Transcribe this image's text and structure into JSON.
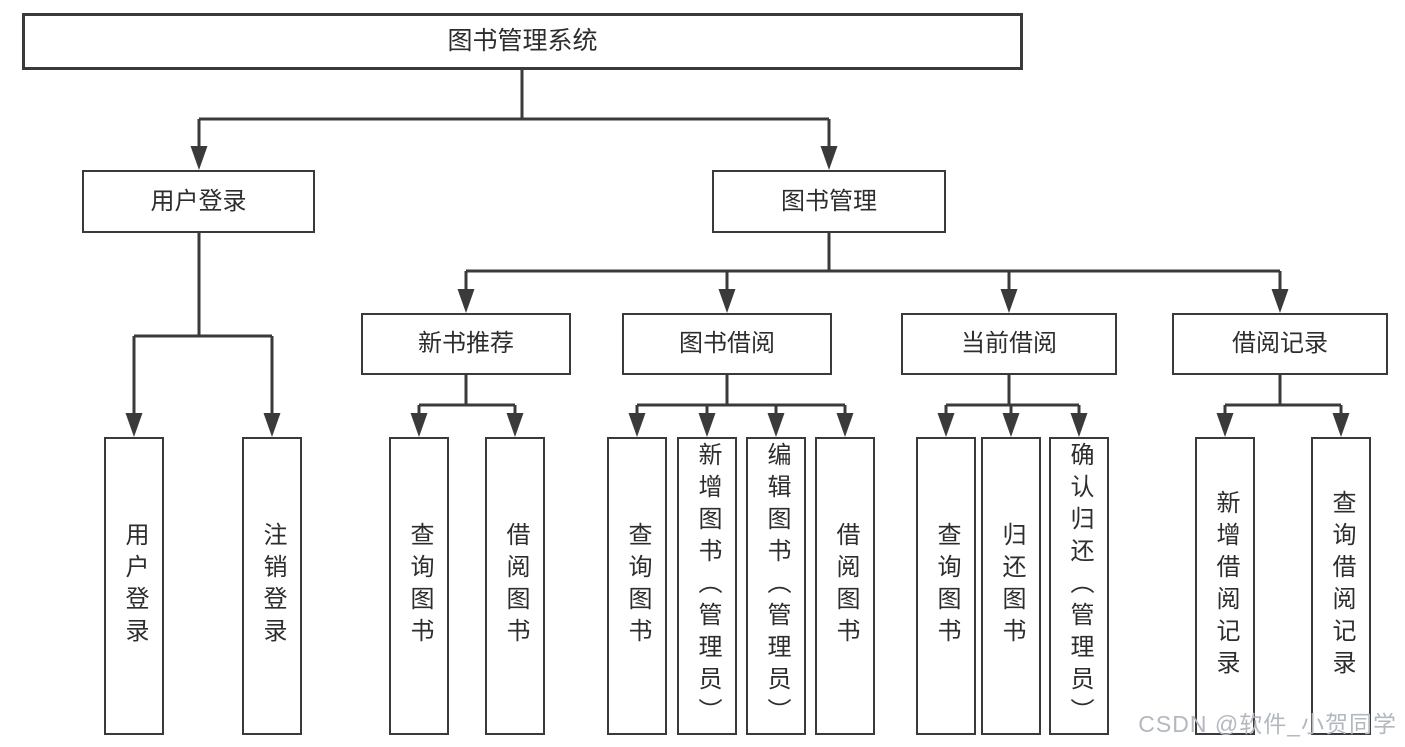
{
  "diagram": {
    "root": {
      "label": "图书管理系统"
    },
    "branches": [
      {
        "label": "用户登录",
        "children": [
          {
            "label": "用户登录"
          },
          {
            "label": "注销登录"
          }
        ]
      },
      {
        "label": "图书管理",
        "children": [
          {
            "label": "新书推荐",
            "children": [
              {
                "label": "查询图书"
              },
              {
                "label": "借阅图书"
              }
            ]
          },
          {
            "label": "图书借阅",
            "children": [
              {
                "label": "查询图书"
              },
              {
                "label": "新增图书（管理员）"
              },
              {
                "label": "编辑图书（管理员）"
              },
              {
                "label": "借阅图书"
              }
            ]
          },
          {
            "label": "当前借阅",
            "children": [
              {
                "label": "查询图书"
              },
              {
                "label": "归还图书"
              },
              {
                "label": "确认归还（管理员）"
              }
            ]
          },
          {
            "label": "借阅记录",
            "children": [
              {
                "label": "新增借阅记录"
              },
              {
                "label": "查询借阅记录"
              }
            ]
          }
        ]
      }
    ]
  },
  "watermark": {
    "text": "CSDN @软件_小贺同学"
  },
  "colors": {
    "line": "#3a3a3a",
    "text": "#2d2d2d",
    "watermark": "#b3b8bf",
    "background": "#ffffff"
  }
}
